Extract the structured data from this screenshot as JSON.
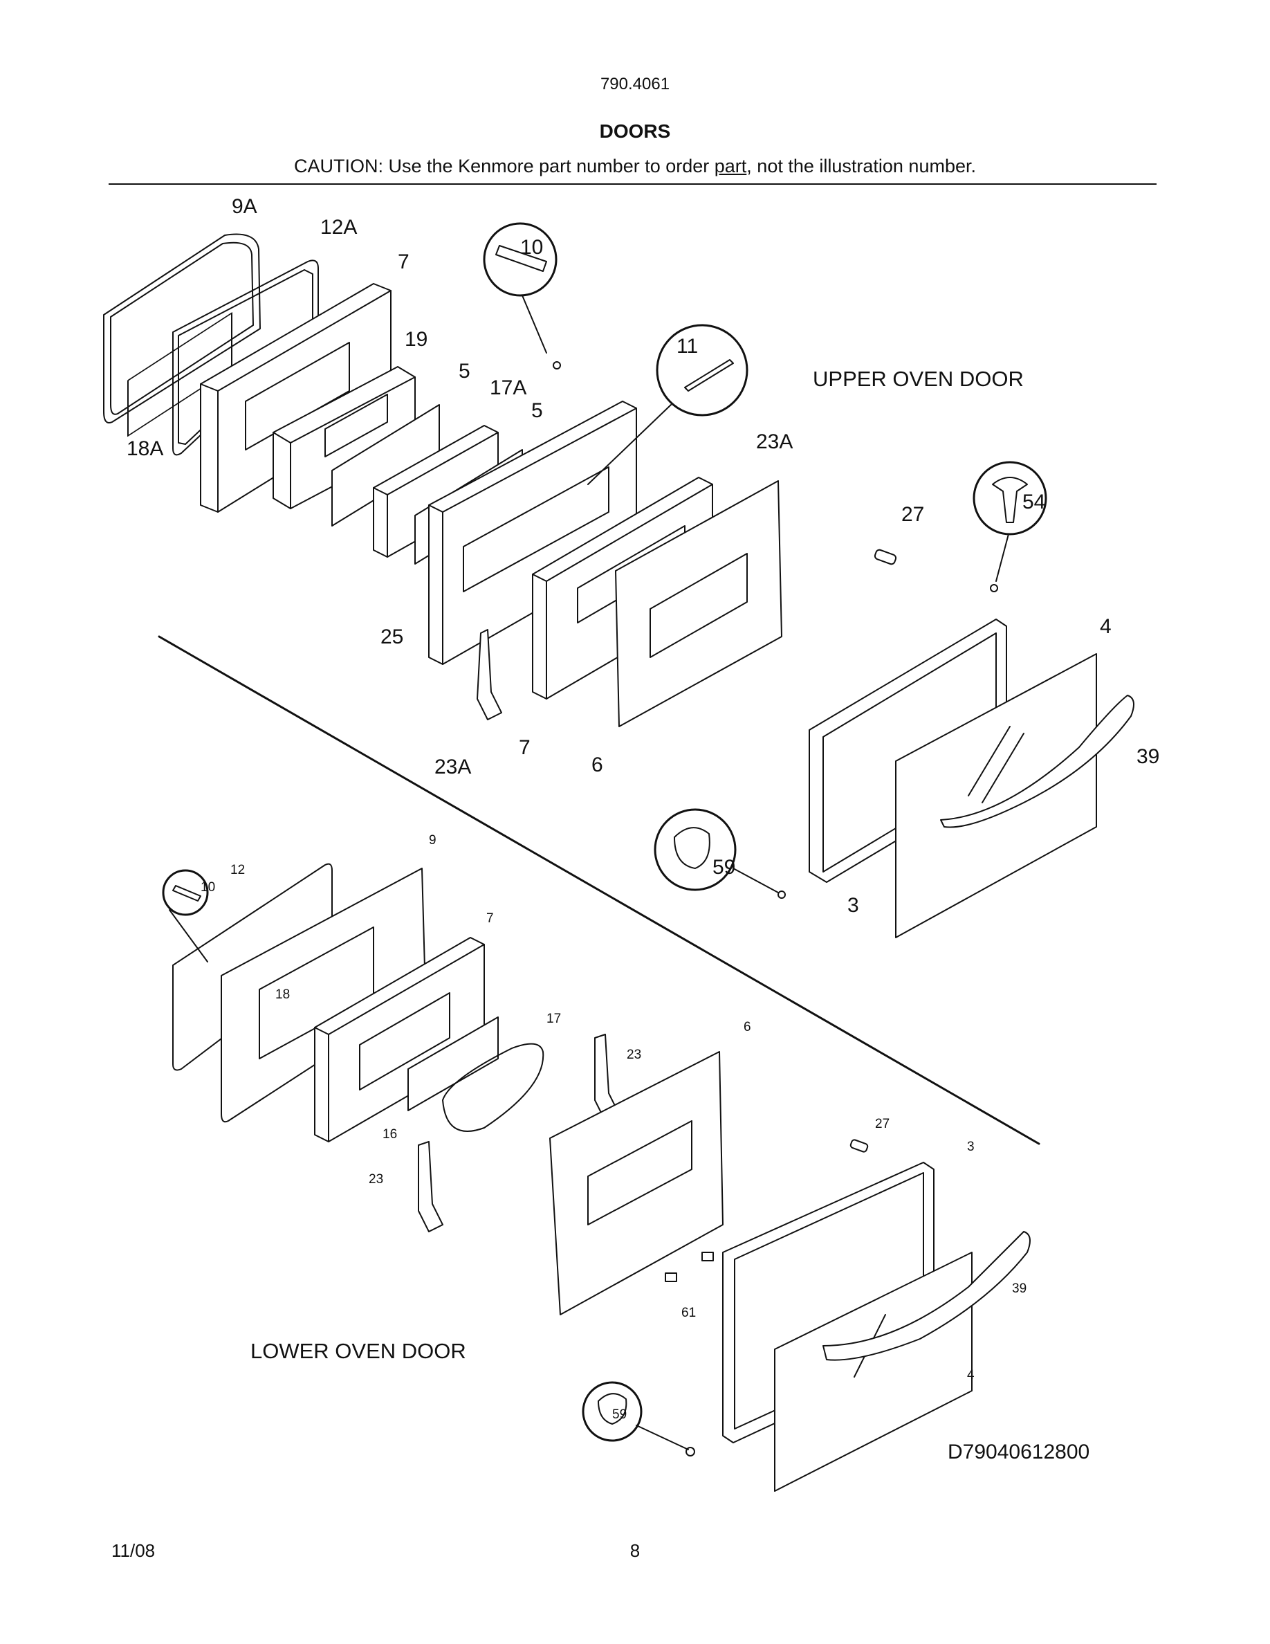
{
  "header": {
    "model_number": "790.4061",
    "title": "DOORS",
    "caution_pre": "CAUTION: Use the Kenmore part number to order ",
    "caution_link": "part",
    "caution_post": ", not the illustration number."
  },
  "sections": {
    "upper": "UPPER OVEN DOOR",
    "lower": "LOWER OVEN DOOR"
  },
  "upper_callouts": {
    "c9A": "9A",
    "c12A": "12A",
    "c7a": "7",
    "c19": "19",
    "c5a": "5",
    "c17A": "17A",
    "c5b": "5",
    "c18A": "18A",
    "c10": "10",
    "c11": "11",
    "c23Aa": "23A",
    "c27": "27",
    "c54": "54",
    "c25": "25",
    "c4": "4",
    "c39": "39",
    "c23Ab": "23A",
    "c7b": "7",
    "c6": "6",
    "c59": "59",
    "c3": "3"
  },
  "lower_callouts": {
    "c9": "9",
    "c12": "12",
    "c10": "10",
    "c7": "7",
    "c18": "18",
    "c17": "17",
    "c16": "16",
    "c23a": "23",
    "c23b": "23",
    "c6": "6",
    "c27": "27",
    "c3": "3",
    "c39": "39",
    "c61": "61",
    "c4": "4",
    "c59": "59"
  },
  "diagram_id": "D79040612800",
  "footer": {
    "date": "11/08",
    "page": "8"
  }
}
